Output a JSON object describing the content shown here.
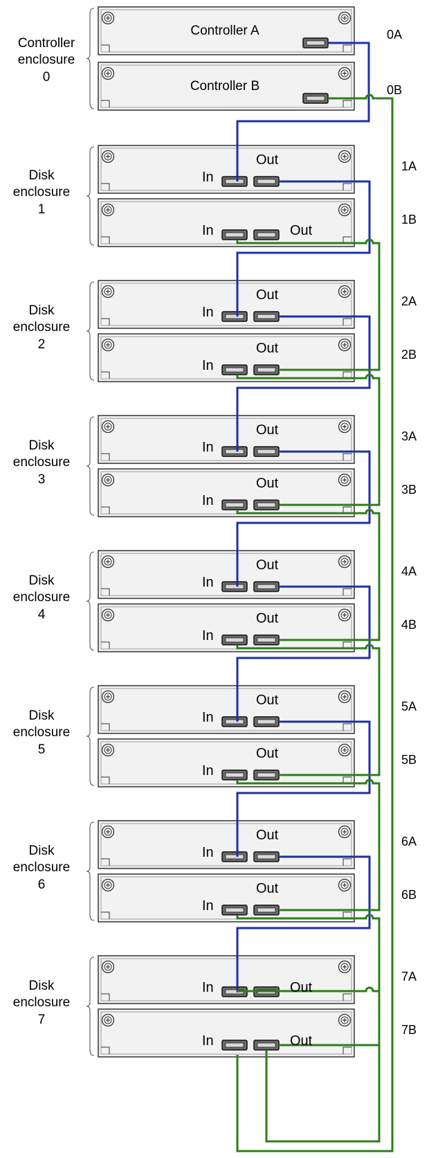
{
  "colors": {
    "channel_a": "#1f2fa8",
    "channel_b": "#2e7d19",
    "frame": "#333333",
    "module_fill": "#f2f2f2"
  },
  "controller": {
    "label_line1": "Controller",
    "label_line2": "enclosure",
    "number": "0",
    "modules": [
      {
        "title": "Controller A",
        "port_id": "0A"
      },
      {
        "title": "Controller B",
        "port_id": "0B"
      }
    ]
  },
  "disks": [
    {
      "label_line1": "Disk",
      "label_line2": "enclosure",
      "number": "1",
      "top_a": "1A",
      "top_b": "1B",
      "in": "In",
      "out_top": "Out",
      "out_bottom": "Out"
    },
    {
      "label_line1": "Disk",
      "label_line2": "enclosure",
      "number": "2",
      "top_a": "2A",
      "top_b": "2B",
      "in": "In",
      "out_top": "Out",
      "out_bottom": "Out"
    },
    {
      "label_line1": "Disk",
      "label_line2": "enclosure",
      "number": "3",
      "top_a": "3A",
      "top_b": "3B",
      "in": "In",
      "out_top": "Out",
      "out_bottom": "Out"
    },
    {
      "label_line1": "Disk",
      "label_line2": "enclosure",
      "number": "4",
      "top_a": "4A",
      "top_b": "4B",
      "in": "In",
      "out_top": "Out",
      "out_bottom": "Out"
    },
    {
      "label_line1": "Disk",
      "label_line2": "enclosure",
      "number": "5",
      "top_a": "5A",
      "top_b": "5B",
      "in": "In",
      "out_top": "Out",
      "out_bottom": "Out"
    },
    {
      "label_line1": "Disk",
      "label_line2": "enclosure",
      "number": "6",
      "top_a": "6A",
      "top_b": "6B",
      "in": "In",
      "out_top": "Out",
      "out_bottom": "Out"
    },
    {
      "label_line1": "Disk",
      "label_line2": "enclosure",
      "number": "7",
      "top_a": "7A",
      "top_b": "7B",
      "in": "In",
      "out_top": "Out",
      "out_bottom": "Out"
    }
  ]
}
